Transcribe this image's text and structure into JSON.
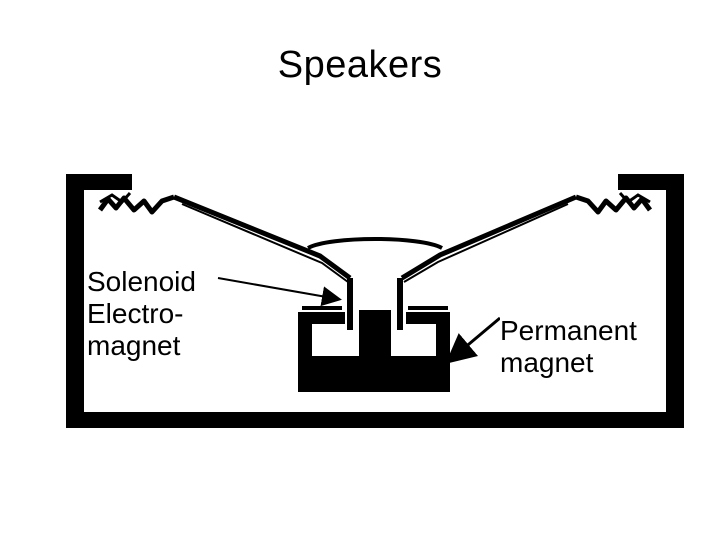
{
  "slide": {
    "title": "Speakers"
  },
  "labels": {
    "solenoid": [
      "Solenoid",
      "Electro-",
      "magnet"
    ],
    "permanent": [
      "Permanent",
      "magnet"
    ]
  }
}
